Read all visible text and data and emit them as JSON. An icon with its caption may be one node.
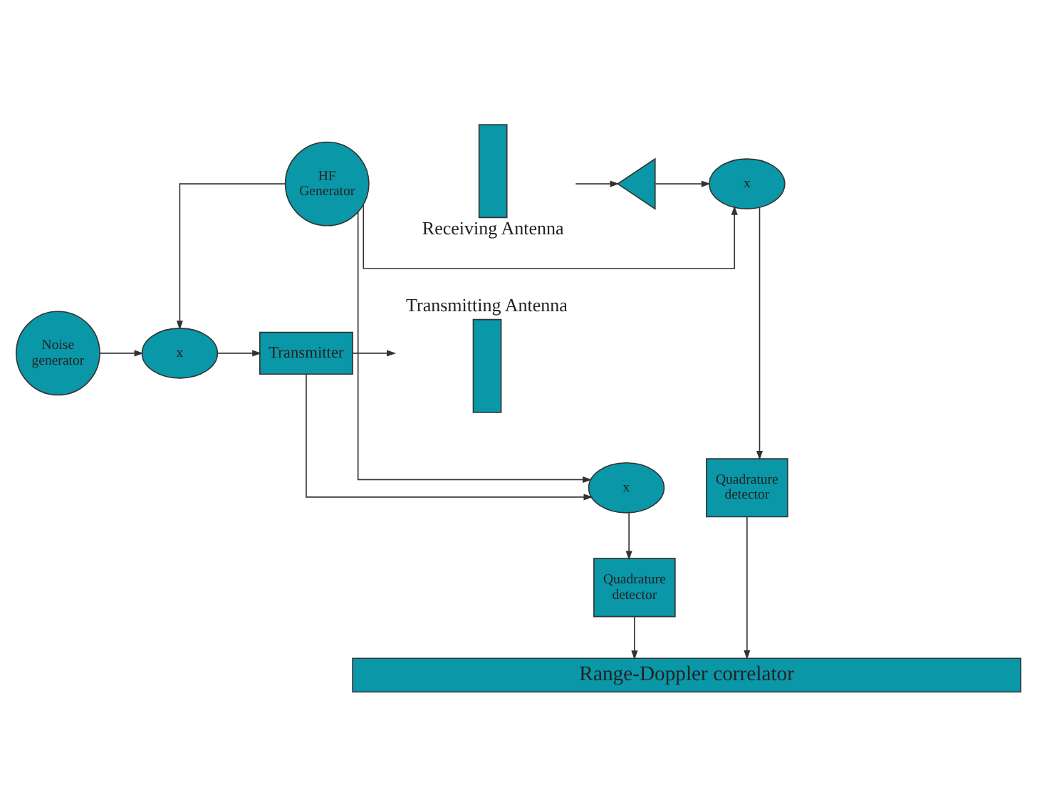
{
  "diagram": {
    "nodes": [
      {
        "text": [
          "Noise generator"
        ]
      },
      {
        "text": [
          "x"
        ]
      },
      {
        "text": [
          "Transmitter"
        ]
      },
      {
        "text": [
          "Transmitting Antenna"
        ]
      },
      {
        "text": [
          "x"
        ]
      },
      {
        "text": [
          "HF Generator"
        ]
      },
      {
        "text": [
          "x"
        ]
      },
      {
        "text": [],
        "shape": "triangle"
      },
      {
        "text": [
          "Receiving Antenna"
        ]
      },
      {
        "text": [
          "Quadrature detector"
        ]
      },
      {
        "text": [
          "Quadrature detector"
        ]
      },
      {
        "text": [
          "Range-Doppler correlator"
        ]
      }
    ],
    "edges": [
      {
        "from": 0,
        "to": 1,
        "arrow": "to"
      },
      {
        "from": 1,
        "to": 2,
        "arrow": "to"
      },
      {
        "from": 2,
        "to": 3,
        "arrow": "to"
      },
      {
        "from": 2,
        "to": 4,
        "arrow": "to"
      },
      {
        "from": 5,
        "to": 1,
        "arrow": "to"
      },
      {
        "from": 5,
        "to": 4,
        "arrow": "to"
      },
      {
        "from": 5,
        "to": 6,
        "arrow": "to"
      },
      {
        "from": 8,
        "to": 7,
        "arrow": "to"
      },
      {
        "from": 7,
        "to": 6,
        "arrow": "to"
      },
      {
        "from": 6,
        "to": 9,
        "arrow": "to"
      },
      {
        "from": 4,
        "to": 10,
        "arrow": "to"
      },
      {
        "from": 9,
        "to": 11,
        "arrow": "to"
      },
      {
        "from": 10,
        "to": 11,
        "arrow": "to"
      }
    ]
  }
}
